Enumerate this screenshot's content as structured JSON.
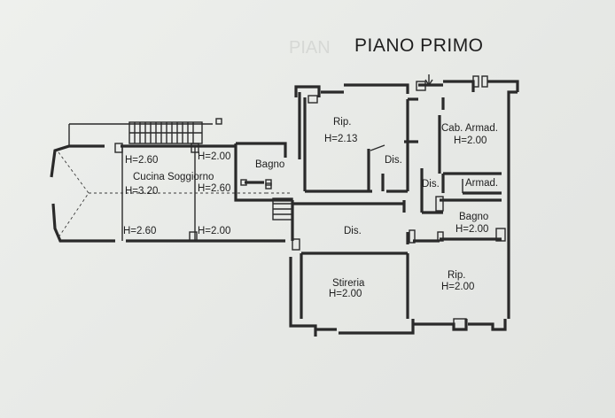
{
  "title": "PIANO PRIMO",
  "ghost_title": "PIAN",
  "rooms": {
    "h260_top": "H=2.60",
    "h200_top": "H=2.00",
    "cucina": "Cucina Soggiorno",
    "h320": "H=3.20",
    "h260_mid": "H=2.60",
    "h260_bot": "H=2.60",
    "h200_bot": "H=2.00",
    "bagno_left": "Bagno",
    "rip_top": "Rip.",
    "h213": "H=2.13",
    "dis_upper": "Dis.",
    "dis_small": "Dis.",
    "cab_armad": "Cab. Armad.",
    "h200_cab": "H=2.00",
    "armad": "Armad.",
    "bagno_right": "Bagno",
    "h200_bagno": "H=2.00",
    "dis_center": "Dis.",
    "stireria": "Stireria",
    "h200_stireria": "H=2.00",
    "rip_bottom": "Rip.",
    "h200_rip": "H=2.00"
  }
}
